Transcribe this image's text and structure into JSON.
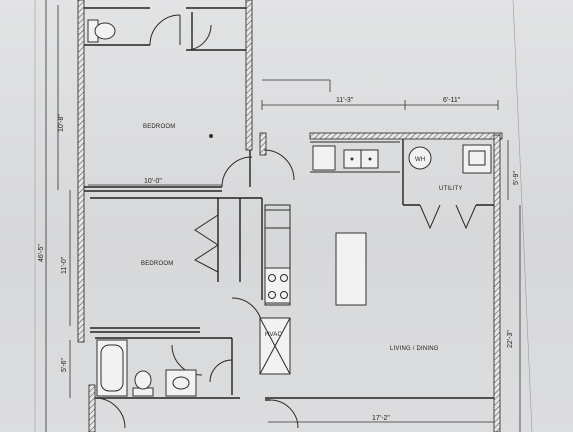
{
  "rooms": {
    "bedroom_top": "BEDROOM",
    "bedroom_bottom": "BEDROOM",
    "utility": "UTILITY",
    "hvac": "HVAC",
    "living_dining": "LIVING / DINING",
    "wh": "WH"
  },
  "dimensions": {
    "kitchen_width": "11'-3\"",
    "utility_width": "6'-11\"",
    "utility_depth": "5'-9\"",
    "bedroom_width": "10'-0\"",
    "top_bedroom_depth": "10'-8\"",
    "bottom_bedroom_depth": "11'-0\"",
    "overall_depth": "46'-5\"",
    "bath_depth": "5'-6\"",
    "living_depth": "22'-3\"",
    "living_width": "17'-2\""
  }
}
